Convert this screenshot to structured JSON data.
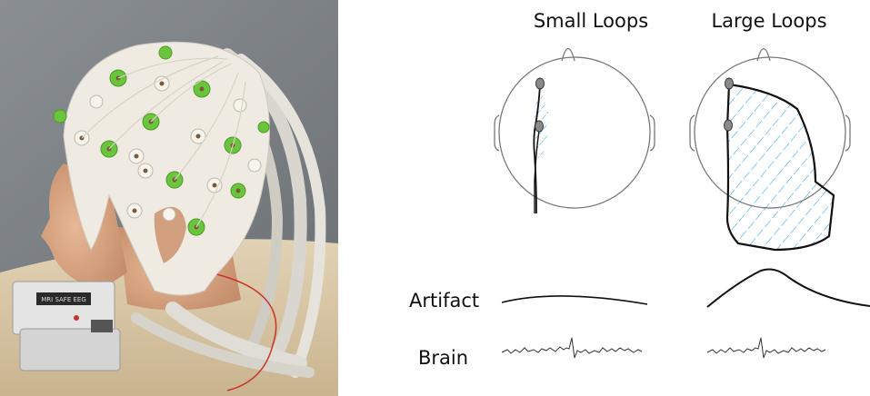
{
  "headings": {
    "small": "Small Loops",
    "large": "Large Loops"
  },
  "rows": {
    "artifact": "Artifact",
    "brain": "Brain"
  },
  "photo": {
    "device_label": "MRI SAFE EEG"
  },
  "colors": {
    "hatch": "#29a3dc",
    "electrode_green": "#6ac43c",
    "cap": "#efebe3",
    "mannequin": "#d9a583",
    "table": "#dcc9a8",
    "wall": "#7e8387"
  },
  "icons": [
    "head-outline-icon",
    "electrode-icon",
    "cable-bundle-icon"
  ]
}
